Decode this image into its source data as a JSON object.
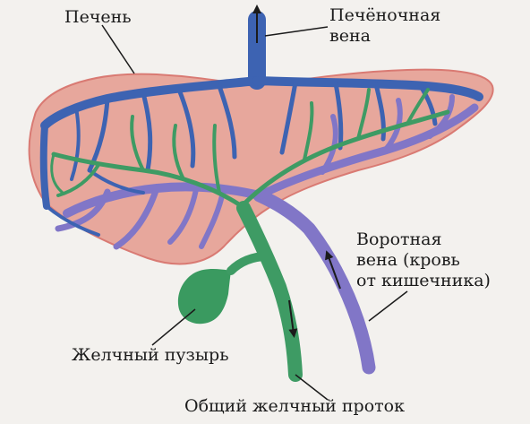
{
  "labels": {
    "liver": "Печень",
    "hepatic_vein": [
      "Печёночная",
      "вена"
    ],
    "portal_vein": [
      "Воротная",
      "вена (кровь",
      "от кишечника)"
    ],
    "gallbladder": "Желчный пузырь",
    "common_bile_duct": "Общий желчный проток"
  },
  "colors": {
    "liver_fill": "#e7a79c",
    "liver_outline": "#d97a73",
    "hepatic_vein": "#3d63b2",
    "portal_vein": "#8176c7",
    "bile_ducts": "#3e9b64",
    "gallbladder": "#3a9a60",
    "text": "#1b1b1b"
  }
}
